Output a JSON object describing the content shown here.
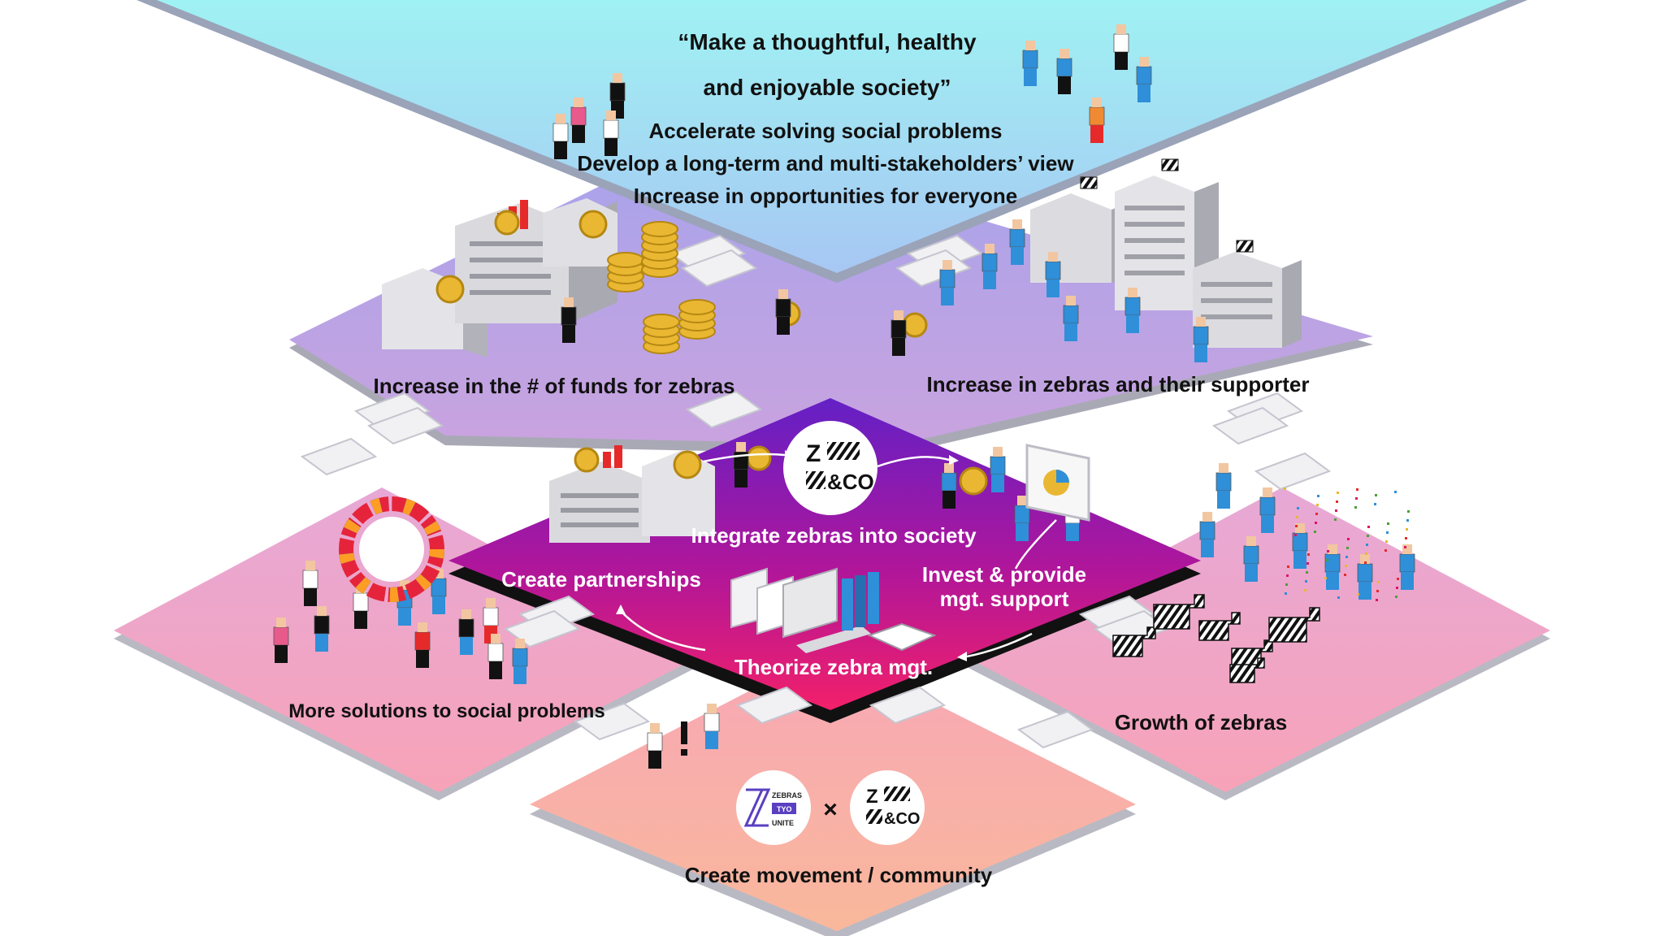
{
  "top": {
    "quote_line1": "“Make a thoughtful, healthy",
    "quote_line2": "and enjoyable society”",
    "line1": "Accelerate solving social problems",
    "line2": "Develop a long-term and multi-stakeholders’ view",
    "line3": "Increase in opportunities for everyone"
  },
  "middle": {
    "left_label": "Increase in the # of funds for zebras",
    "right_label": "Increase in zebras and their supporter"
  },
  "center": {
    "integrate": "Integrate zebras into society",
    "partnerships": "Create  partnerships",
    "invest_line1": "Invest & provide",
    "invest_line2": "mgt. support",
    "theorize": "Theorize zebra mgt."
  },
  "lower": {
    "left_label": "More solutions to social problems",
    "right_label": "Growth of zebras"
  },
  "bottom": {
    "label": "Create movement / community",
    "times": "×",
    "logo1_line1": "ZEBRAS",
    "logo1_line2": "TYO",
    "logo1_line3": "UNITE",
    "logo2_line1": "Z",
    "logo2_line2": "&CO"
  },
  "colors": {
    "top_platform": "#9ef0f4",
    "mid_platform": "#b9a3e6",
    "center_platform_top": "#6a1fc4",
    "center_platform_bottom": "#f0206e",
    "side_platform": "#f4a6c6",
    "bottom_platform": "#f8b19e",
    "suit_blue": "#2f8fd8",
    "coin_gold": "#e9b731",
    "accent_red": "#e62a2a"
  }
}
